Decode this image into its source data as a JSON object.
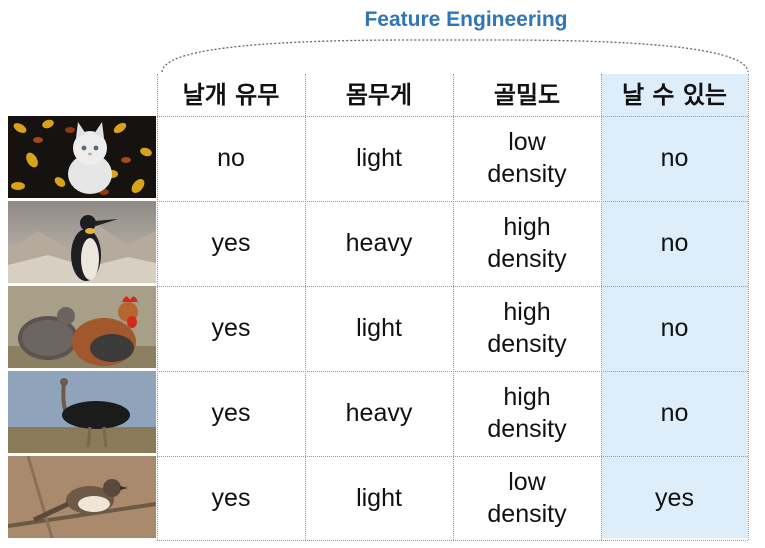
{
  "title": "Feature Engineering",
  "headers": [
    "날개 유무",
    "몸무게",
    "골밀도",
    "날 수 있는"
  ],
  "rows": [
    {
      "animal_icon": "cat-with-leaves-icon",
      "cells": [
        "no",
        "light",
        "low\ndensity",
        "no"
      ]
    },
    {
      "animal_icon": "penguin-icon",
      "cells": [
        "yes",
        "heavy",
        "high\ndensity",
        "no"
      ]
    },
    {
      "animal_icon": "chickens-icon",
      "cells": [
        "yes",
        "light",
        "high\ndensity",
        "no"
      ]
    },
    {
      "animal_icon": "ostrich-icon",
      "cells": [
        "yes",
        "heavy",
        "high\ndensity",
        "no"
      ]
    },
    {
      "animal_icon": "sparrow-icon",
      "cells": [
        "yes",
        "light",
        "low\ndensity",
        "yes"
      ]
    }
  ],
  "colors": {
    "title": "#2f76b8",
    "highlight": "#ddeefa"
  }
}
